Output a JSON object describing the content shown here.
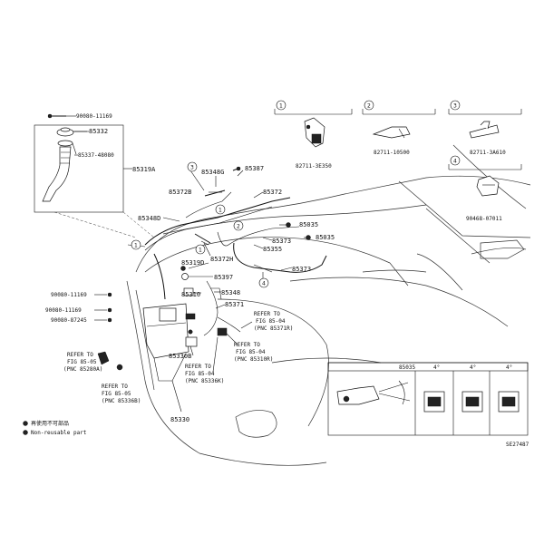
{
  "parts": {
    "p90080_11169_top": "90080-11169",
    "p85332": "85332",
    "p85337_48080": "85337-48080",
    "p85319A": "85319A",
    "p85372B": "85372B",
    "p85348G": "85348G",
    "p85387": "85387",
    "p85372": "85372",
    "p85348D": "85348D",
    "p85372H": "85372H",
    "p85035_a": "85035",
    "p85373_a": "85373",
    "p85355": "85355",
    "p85035_b": "85035",
    "p85373_b": "85373",
    "p85319D": "85319D",
    "p85397": "85397",
    "p85310": "85310",
    "p85348": "85348",
    "p85371": "85371",
    "p90080_11169_a": "90080-11169",
    "p90080_11169_b": "90080-11169",
    "p90080_87245": "90080-87245",
    "p85330B": "85330B",
    "p85330": "85330",
    "p82711_3E350": "82711-3E350",
    "p82711_10500": "82711-10500",
    "p82711_3A610": "82711-3A610",
    "p90468_07011": "90468-07011",
    "p85035_c": "85035"
  },
  "refs": {
    "r1_l1": "REFER TO",
    "r1_l2": "FIG 85-04",
    "r1_l3": "(PNC 85371R)",
    "r2_l1": "REFER TO",
    "r2_l2": "FIG 85-04",
    "r2_l3": "(PNC 85310R)",
    "r3_l1": "REFER TO",
    "r3_l2": "FIG 85-04",
    "r3_l3": "(PNC 85336K)",
    "r4_l1": "REFER TO",
    "r4_l2": "FIG 85-05",
    "r4_l3": "(PNC 85280A)",
    "r5_l1": "REFER TO",
    "r5_l2": "FIG 85-05",
    "r5_l3": "(PNC 85336B)"
  },
  "callouts": {
    "c1": "1",
    "c2": "2",
    "c3": "3",
    "c4": "4"
  },
  "legend": {
    "reused": "再使用不可部品",
    "noncorusable": "Non-reusable part"
  },
  "angles": {
    "a1": "4°",
    "a2": "4°",
    "a3": "4°"
  },
  "code": "SE27487"
}
